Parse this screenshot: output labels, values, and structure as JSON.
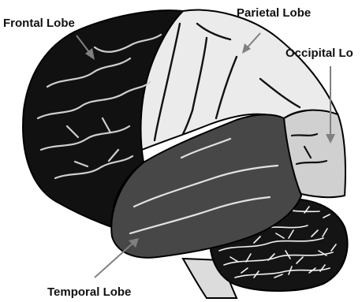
{
  "labels": {
    "frontal": "Frontal Lobe",
    "parietal": "Parietal Lobe",
    "occipital": "Occipital Lo",
    "temporal": "Temporal Lobe"
  },
  "colors": {
    "frontal": "#111111",
    "parietal": "#ebebeb",
    "occipital": "#d0d0d0",
    "temporal": "#474747",
    "cerebellum": "#141414",
    "outline": "#000000",
    "background": "#ffffff"
  }
}
